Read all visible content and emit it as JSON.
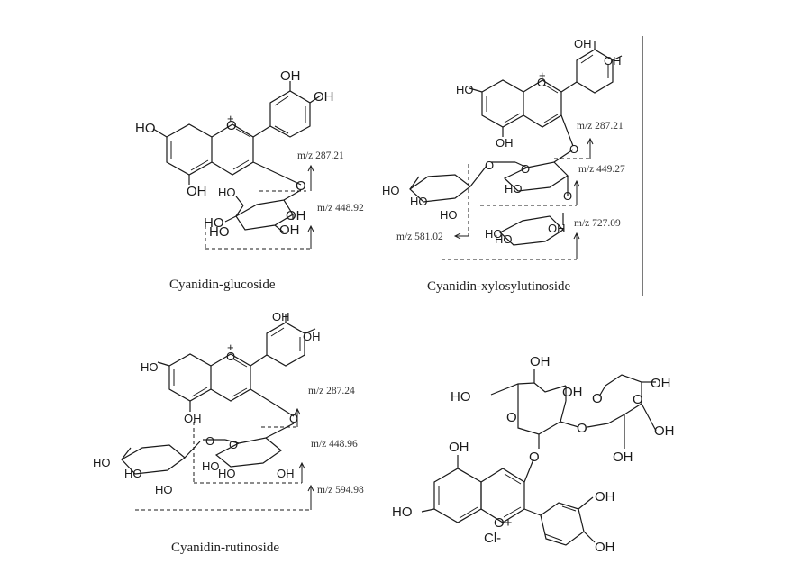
{
  "panels": {
    "glucoside": {
      "caption": "Cyanidin-glucoside",
      "mz": [
        "m/z 287.21",
        "m/z 448.92"
      ],
      "atoms": [
        "OH",
        "OH",
        "HO",
        "O",
        "OH",
        "HO",
        "O",
        "HO",
        "HO",
        "OH",
        "OH"
      ]
    },
    "xylosylrutinoside": {
      "caption": "Cyanidin-xylosylutinoside",
      "mz": [
        "m/z 287.21",
        "m/z 449.27",
        "m/z 727.09",
        "m/z 581.02"
      ],
      "atoms": [
        "OH",
        "OH",
        "HO",
        "O",
        "OH",
        "O",
        "O",
        "HO",
        "HO",
        "HO",
        "HO",
        "O",
        "O",
        "HO",
        "OH",
        "HO"
      ]
    },
    "rutinoside": {
      "caption": "Cyanidin-rutinoside",
      "mz": [
        "m/z 287.24",
        "m/z 448.96",
        "m/z 594.98"
      ],
      "atoms": [
        "OH",
        "OH",
        "HO",
        "O",
        "OH",
        "O",
        "O",
        "HO",
        "HO",
        "HO",
        "HO",
        "HO",
        "O",
        "OH"
      ]
    },
    "chloride": {
      "atoms": [
        "OH",
        "HO",
        "OH",
        "OH",
        "OH",
        "OH",
        "O",
        "O",
        "O",
        "O",
        "OH",
        "O",
        "HO",
        "O+",
        "Cl-",
        "OH",
        "OH"
      ]
    }
  }
}
